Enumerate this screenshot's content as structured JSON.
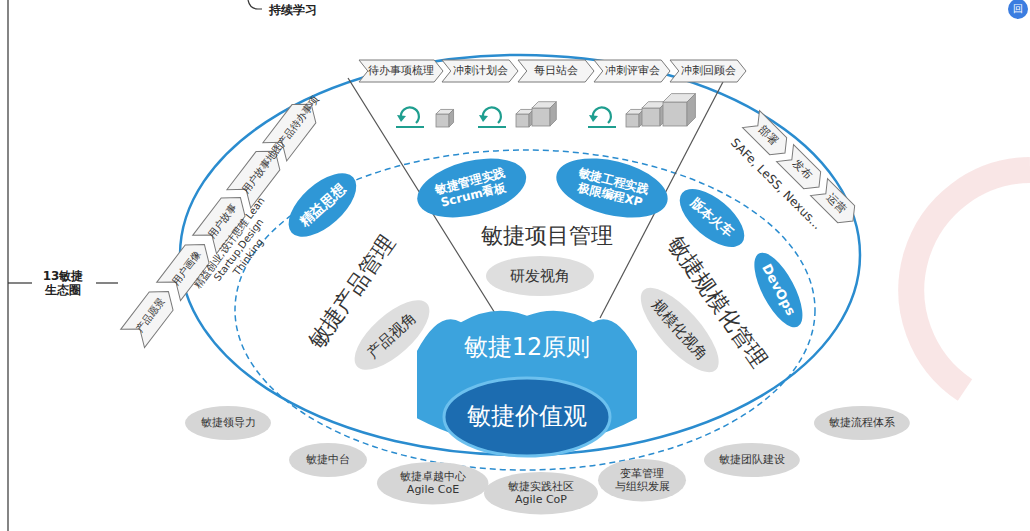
{
  "diagram": {
    "nodes": [
      {
        "text": [
          "待办事项梳理"
        ]
      },
      {
        "text": [
          "冲刺计划会"
        ]
      },
      {
        "text": [
          "每日站会"
        ]
      },
      {
        "text": [
          "冲刺评审会"
        ]
      },
      {
        "text": [
          "冲刺回顾会"
        ]
      },
      {
        "text": [
          "产品愿景"
        ]
      },
      {
        "text": [
          "用户画像"
        ]
      },
      {
        "text": [
          "用户故事"
        ]
      },
      {
        "text": [
          "用户故事地图"
        ]
      },
      {
        "text": [
          "产品待办事项"
        ]
      },
      {
        "text": [
          "部署"
        ]
      },
      {
        "text": [
          "发布"
        ]
      },
      {
        "text": [
          "运营"
        ]
      },
      {
        "text": [
          "敏捷管理实践 Scrum看板"
        ]
      },
      {
        "text": [
          "敏捷工程实践 极限编程XP"
        ]
      },
      {
        "text": [
          "精益思想"
        ]
      },
      {
        "text": [
          "版本火车"
        ]
      },
      {
        "text": [
          "DevOps"
        ]
      },
      {
        "text": [
          "研发视角"
        ]
      },
      {
        "text": [
          "产品视角"
        ]
      },
      {
        "text": [
          "规模化视角"
        ]
      },
      {
        "text": [
          "敏捷12原则"
        ]
      },
      {
        "text": [
          "敏捷价值观"
        ],
        "in": 21
      },
      {
        "text": [
          "敏捷领导力"
        ]
      },
      {
        "text": [
          "敏捷流程体系"
        ]
      },
      {
        "text": [
          "敏捷中台"
        ]
      },
      {
        "text": [
          "敏捷团队建设"
        ]
      },
      {
        "text": [
          "敏捷卓越中心 Agile CoE"
        ]
      },
      {
        "text": [
          "敏捷实践社区 Agile CoP"
        ]
      },
      {
        "text": [
          "变革管理 与组织发展"
        ]
      }
    ],
    "labels": [
      "持续学习",
      "13敏捷 生态圈",
      "回",
      "精益创业,设计思维 Lean Startup,Design Thinking",
      "敏捷产品管理",
      "敏捷项目管理",
      "敏捷规模化管理",
      "SAFe, LeSS, Nexus..."
    ]
  }
}
